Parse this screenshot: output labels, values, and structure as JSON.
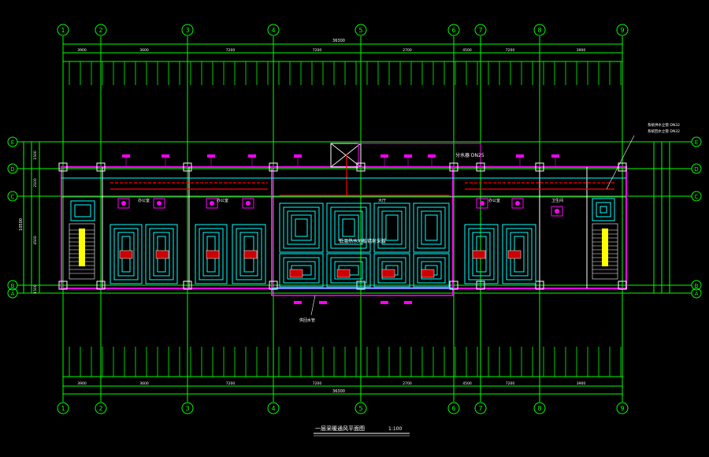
{
  "drawing": {
    "title": "一层采暖通风平面图",
    "scale": "1:100",
    "total_dimension_top": "36300",
    "total_dimension_bottom": "36300"
  },
  "grid_axes": {
    "vertical": [
      "1",
      "2",
      "3",
      "4",
      "5",
      "6",
      "7",
      "8",
      "9"
    ],
    "horizontal": [
      "E",
      "D",
      "C",
      "B",
      "A"
    ]
  },
  "dimensions": {
    "top_row": [
      "3900",
      "3600",
      "7200",
      "7200",
      "2700",
      "4500",
      "7200"
    ],
    "bottom_row": [
      "3900",
      "3600",
      "7200",
      "7200",
      "2700",
      "4500",
      "7200"
    ],
    "left_side": [
      "1500",
      "2100",
      "4500",
      "1500"
    ],
    "left_total": "10500"
  },
  "rooms": [
    {
      "label": "办公室"
    },
    {
      "label": "办公室"
    },
    {
      "label": "大厅"
    },
    {
      "label": "办公室"
    },
    {
      "label": "卫生间"
    }
  ],
  "annotations": {
    "hall_note": "低温热水地板辐射采暖",
    "pipe_note_top": "分水器 DN25",
    "pipe_note_bottom": "供回水管",
    "right_note_1": "系统供水立管 DN32",
    "right_note_2": "系统回水立管 DN32"
  },
  "colors": {
    "background": "#000000",
    "grid": "#00ff00",
    "wall": "#ff00ff",
    "heating": "#00ffff",
    "pipe": "#ff0000",
    "text": "#ffffff",
    "accent": "#ffff00"
  }
}
